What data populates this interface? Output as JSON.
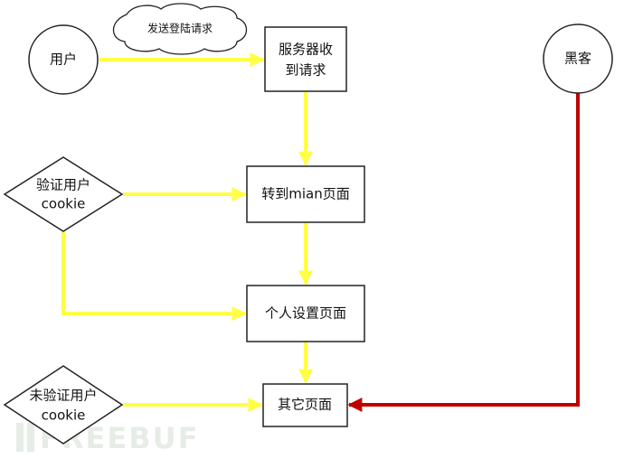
{
  "nodes": {
    "user": {
      "label": "用户"
    },
    "cloud": {
      "label": "发送登陆请求"
    },
    "server": {
      "line1": "服务器收",
      "line2": "到请求"
    },
    "hacker": {
      "label": "黑客"
    },
    "verify": {
      "line1": "验证用户",
      "line2": "cookie"
    },
    "main": {
      "label": "转到mian页面"
    },
    "settings": {
      "label": "个人设置页面"
    },
    "unverified": {
      "line1": "未验证用户",
      "line2": "cookie"
    },
    "other": {
      "label": "其它页面"
    }
  },
  "watermark": {
    "text": "FREEBUF"
  },
  "colors": {
    "yellow_arrow": "#ffff44",
    "red_arrow": "#c00000",
    "node_stroke": "#222222",
    "node_fill": "#ffffff",
    "text": "#111111"
  }
}
